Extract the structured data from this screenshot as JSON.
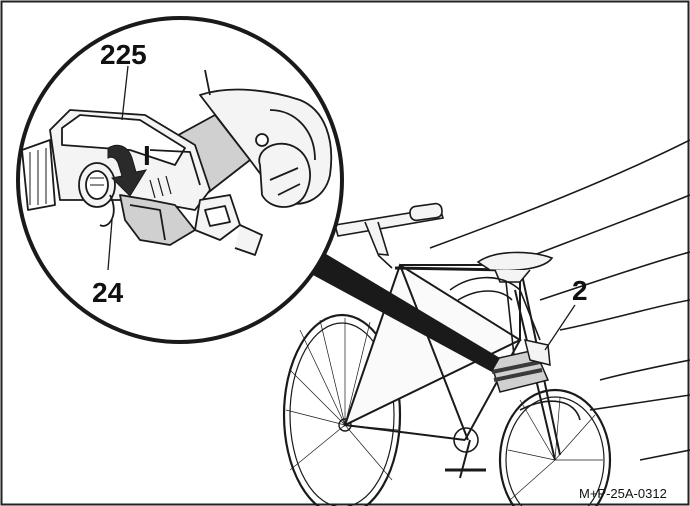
{
  "labels": {
    "part_225": "225",
    "step_one": "I",
    "part_24": "24",
    "part_2": "2"
  },
  "figure_code": "M+P-25A-0312",
  "colors": {
    "line": "#1a1a1a",
    "fill_light": "#f4f4f4",
    "fill_mid": "#d0d0d0",
    "fill_dark": "#3a3a3a",
    "background": "#ffffff"
  }
}
